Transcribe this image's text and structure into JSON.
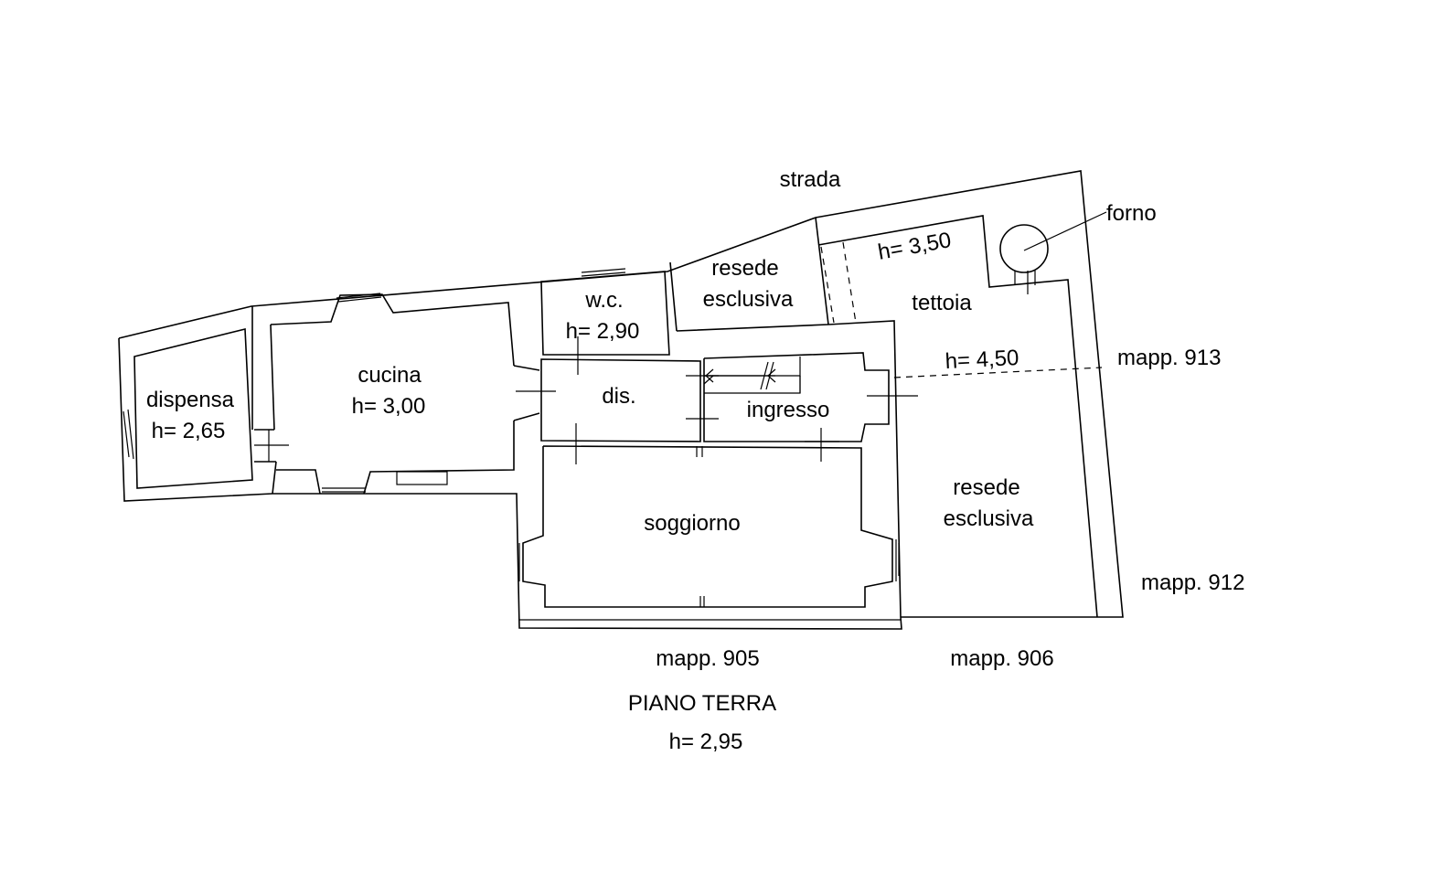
{
  "title": "PIANO TERRA",
  "title_height": "h= 2,95",
  "labels": {
    "strada": "strada",
    "forno": "forno",
    "mapp_913": "mapp. 913",
    "mapp_912": "mapp. 912",
    "mapp_905": "mapp. 905",
    "mapp_906": "mapp. 906"
  },
  "rooms": {
    "resede_top": {
      "line1": "resede",
      "line2": "esclusiva"
    },
    "tettoia": {
      "name": "tettoia",
      "height": "h= 3,50"
    },
    "wc": {
      "name": "w.c.",
      "height": "h= 2,90"
    },
    "cucina": {
      "name": "cucina",
      "height": "h= 3,00"
    },
    "dispensa": {
      "name": "dispensa",
      "height": "h= 2,65"
    },
    "dis": {
      "name": "dis."
    },
    "ingresso": {
      "name": "ingresso"
    },
    "soggiorno": {
      "name": "soggiorno"
    },
    "resede_right": {
      "line1": "resede",
      "line2": "esclusiva"
    },
    "courtyard": {
      "height": "h= 4,50"
    }
  },
  "colors": {
    "line": "#000000",
    "background": "#ffffff"
  }
}
